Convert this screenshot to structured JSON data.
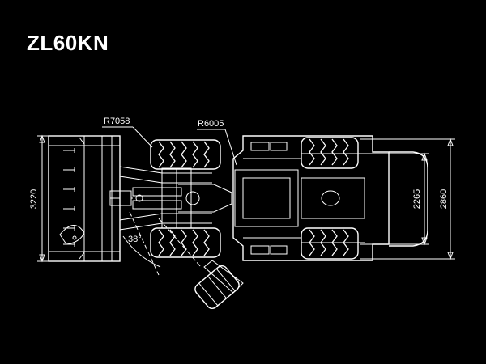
{
  "title": "ZL60KN",
  "dimensions": {
    "bucket_width": "3220",
    "track_width": "2265",
    "overall_width": "2860",
    "turning_radius_outer": "R7058",
    "turning_radius_inner": "R6005",
    "articulation_angle": "38°"
  },
  "colors": {
    "background": "#000000",
    "lines": "#ffffff"
  }
}
